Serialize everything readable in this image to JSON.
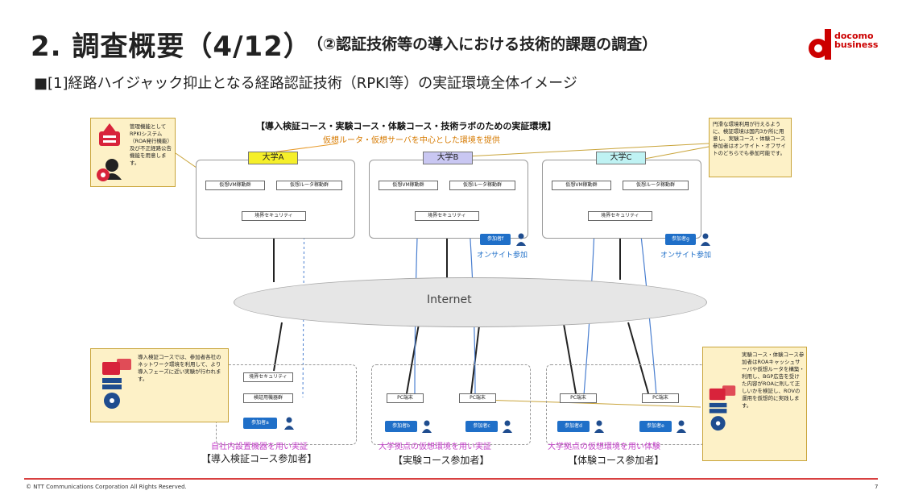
{
  "header": {
    "title": "2. 調査概要（4/12）",
    "subtitle": "（②認証技術等の導入における技術的課題の調査）",
    "section_heading": "■[1]経路ハイジャック抑止となる経路認証技術（RPKI等）の実証環境全体イメージ"
  },
  "logo": {
    "line1": "docomo",
    "line2": "business",
    "color": "#cc0000"
  },
  "diagram": {
    "title": "【導入検証コース・実験コース・体験コース・技術ラボのための実証環境】",
    "subtitle": "仮想ルータ・仮想サーバを中心とした環境を提供",
    "internet_label": "Internet",
    "universities": [
      {
        "name": "大学A",
        "color": "#f5ef2a",
        "vm_label": "仮想VM稼動群",
        "router_label": "仮想ルータ稼動群",
        "security_label": "境界セキュリティ"
      },
      {
        "name": "大学B",
        "color": "#c9c7f2",
        "vm_label": "仮想VM稼動群",
        "router_label": "仮想ルータ稼動群",
        "security_label": "境界セキュリティ"
      },
      {
        "name": "大学C",
        "color": "#bff2f3",
        "vm_label": "仮想VM稼動群",
        "router_label": "仮想ルータ稼動群",
        "security_label": "境界セキュリティ"
      }
    ],
    "onsite": [
      {
        "participant": "参加者f",
        "label": "オンサイト参加"
      },
      {
        "participant": "参加者g",
        "label": "オンサイト参加"
      }
    ],
    "bottom_groups": [
      {
        "boxes": [
          "境界セキュリティ",
          "検証用機器群"
        ],
        "participants": [
          "参加者a"
        ],
        "caption": "自社内設置機器を用い実証",
        "label": "【導入検証コース参加者】"
      },
      {
        "boxes": [
          "PC端末",
          "PC端末"
        ],
        "participants": [
          "参加者b",
          "参加者c"
        ],
        "caption": "大学拠点の仮想環境を用い実証",
        "label": "【実験コース参加者】"
      },
      {
        "boxes": [
          "PC端末",
          "PC端末"
        ],
        "participants": [
          "参加者d",
          "参加者e"
        ],
        "caption": "大学拠点の仮想環境を用い体験",
        "label": "【体験コース参加者】"
      }
    ],
    "notes": {
      "top_left": "管理機能として RPKIシステム （ROA発行機能）及び不正経路公告機能を用意します。",
      "top_right": "円滑な環境利用が行えるように、検証環境は国内3か所に用意し、実験コース・体験コース参加者はオンサイト・オフサイトのどちらでも参加可能です。",
      "bottom_left": "導入検証コースでは、参加者各社のネットワーク環境を利用して、より導入フェーズに近い実験が行われます。",
      "bottom_right": "実験コース・体験コース参加者はROAキャッシュサーバや仮想ルータを構築・利用し、BGP広告を受けた内容がROAに則して正しいかを検証し、ROVの運用を仮想的に実践します。"
    }
  },
  "footer": {
    "copyright": "© NTT Communications Corporation All Rights Reserved.",
    "page": "7"
  }
}
